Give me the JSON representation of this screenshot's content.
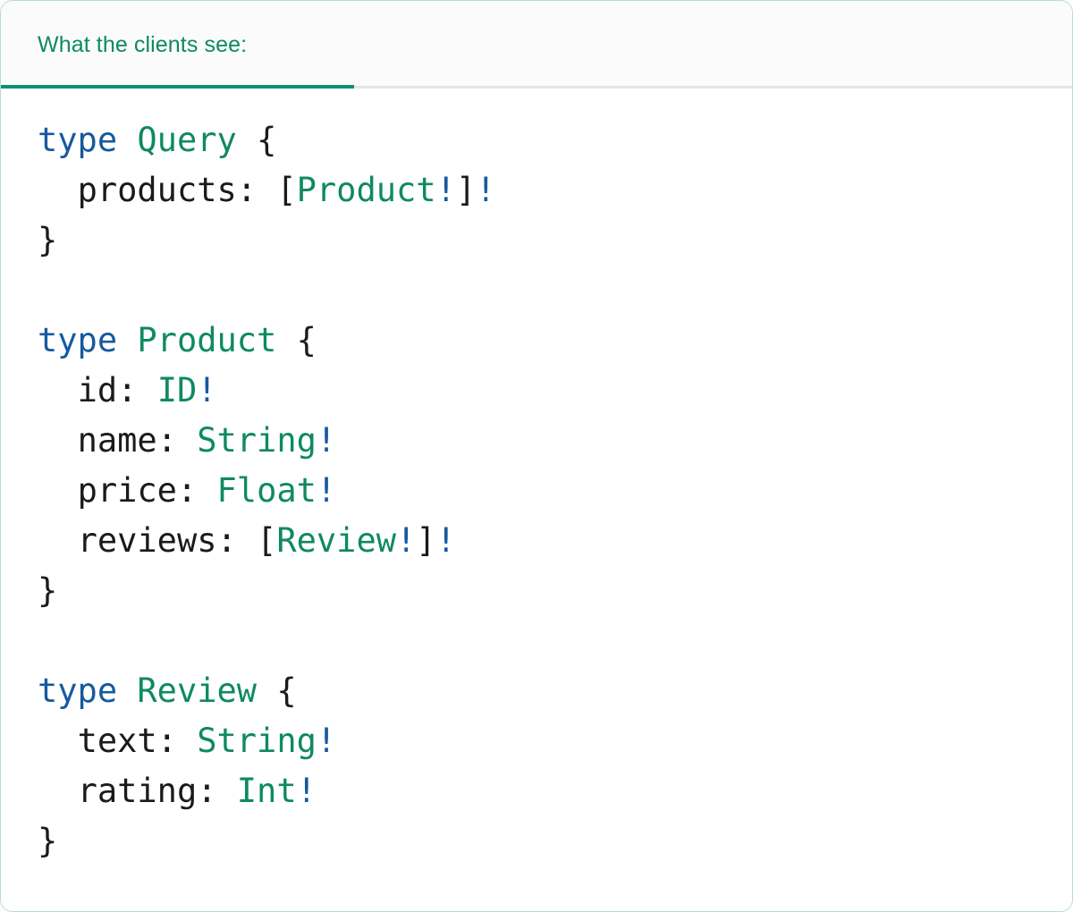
{
  "card": {
    "border_color": "#b9dcc9",
    "background": "#ffffff"
  },
  "header": {
    "active_tab_label": "What the clients see:",
    "accent_color": "#0e8a5f",
    "underline_color": "#0e9171",
    "background": "#fbfbfb",
    "divider_color": "#e6e6e6"
  },
  "syntax_colors": {
    "keyword": "#17599e",
    "type_name": "#0e8a5f",
    "non_null": "#17599e",
    "punctuation": "#1a1a1a",
    "field": "#1a1a1a"
  },
  "code": {
    "language": "graphql",
    "lines": [
      {
        "tokens": [
          {
            "t": "type",
            "c": "kw"
          },
          {
            "t": " ",
            "c": "punct"
          },
          {
            "t": "Query",
            "c": "type"
          },
          {
            "t": " ",
            "c": "punct"
          },
          {
            "t": "{",
            "c": "punct"
          }
        ]
      },
      {
        "tokens": [
          {
            "t": "  ",
            "c": "punct"
          },
          {
            "t": "products",
            "c": "field"
          },
          {
            "t": ": ",
            "c": "punct"
          },
          {
            "t": "[",
            "c": "punct"
          },
          {
            "t": "Product",
            "c": "type"
          },
          {
            "t": "!",
            "c": "bang"
          },
          {
            "t": "]",
            "c": "punct"
          },
          {
            "t": "!",
            "c": "bang"
          }
        ]
      },
      {
        "tokens": [
          {
            "t": "}",
            "c": "punct"
          }
        ]
      },
      {
        "tokens": []
      },
      {
        "tokens": [
          {
            "t": "type",
            "c": "kw"
          },
          {
            "t": " ",
            "c": "punct"
          },
          {
            "t": "Product",
            "c": "type"
          },
          {
            "t": " ",
            "c": "punct"
          },
          {
            "t": "{",
            "c": "punct"
          }
        ]
      },
      {
        "tokens": [
          {
            "t": "  ",
            "c": "punct"
          },
          {
            "t": "id",
            "c": "field"
          },
          {
            "t": ": ",
            "c": "punct"
          },
          {
            "t": "ID",
            "c": "type"
          },
          {
            "t": "!",
            "c": "bang"
          }
        ]
      },
      {
        "tokens": [
          {
            "t": "  ",
            "c": "punct"
          },
          {
            "t": "name",
            "c": "field"
          },
          {
            "t": ": ",
            "c": "punct"
          },
          {
            "t": "String",
            "c": "type"
          },
          {
            "t": "!",
            "c": "bang"
          }
        ]
      },
      {
        "tokens": [
          {
            "t": "  ",
            "c": "punct"
          },
          {
            "t": "price",
            "c": "field"
          },
          {
            "t": ": ",
            "c": "punct"
          },
          {
            "t": "Float",
            "c": "type"
          },
          {
            "t": "!",
            "c": "bang"
          }
        ]
      },
      {
        "tokens": [
          {
            "t": "  ",
            "c": "punct"
          },
          {
            "t": "reviews",
            "c": "field"
          },
          {
            "t": ": ",
            "c": "punct"
          },
          {
            "t": "[",
            "c": "punct"
          },
          {
            "t": "Review",
            "c": "type"
          },
          {
            "t": "!",
            "c": "bang"
          },
          {
            "t": "]",
            "c": "punct"
          },
          {
            "t": "!",
            "c": "bang"
          }
        ]
      },
      {
        "tokens": [
          {
            "t": "}",
            "c": "punct"
          }
        ]
      },
      {
        "tokens": []
      },
      {
        "tokens": [
          {
            "t": "type",
            "c": "kw"
          },
          {
            "t": " ",
            "c": "punct"
          },
          {
            "t": "Review",
            "c": "type"
          },
          {
            "t": " ",
            "c": "punct"
          },
          {
            "t": "{",
            "c": "punct"
          }
        ]
      },
      {
        "tokens": [
          {
            "t": "  ",
            "c": "punct"
          },
          {
            "t": "text",
            "c": "field"
          },
          {
            "t": ": ",
            "c": "punct"
          },
          {
            "t": "String",
            "c": "type"
          },
          {
            "t": "!",
            "c": "bang"
          }
        ]
      },
      {
        "tokens": [
          {
            "t": "  ",
            "c": "punct"
          },
          {
            "t": "rating",
            "c": "field"
          },
          {
            "t": ": ",
            "c": "punct"
          },
          {
            "t": "Int",
            "c": "type"
          },
          {
            "t": "!",
            "c": "bang"
          }
        ]
      },
      {
        "tokens": [
          {
            "t": "}",
            "c": "punct"
          }
        ]
      }
    ]
  }
}
